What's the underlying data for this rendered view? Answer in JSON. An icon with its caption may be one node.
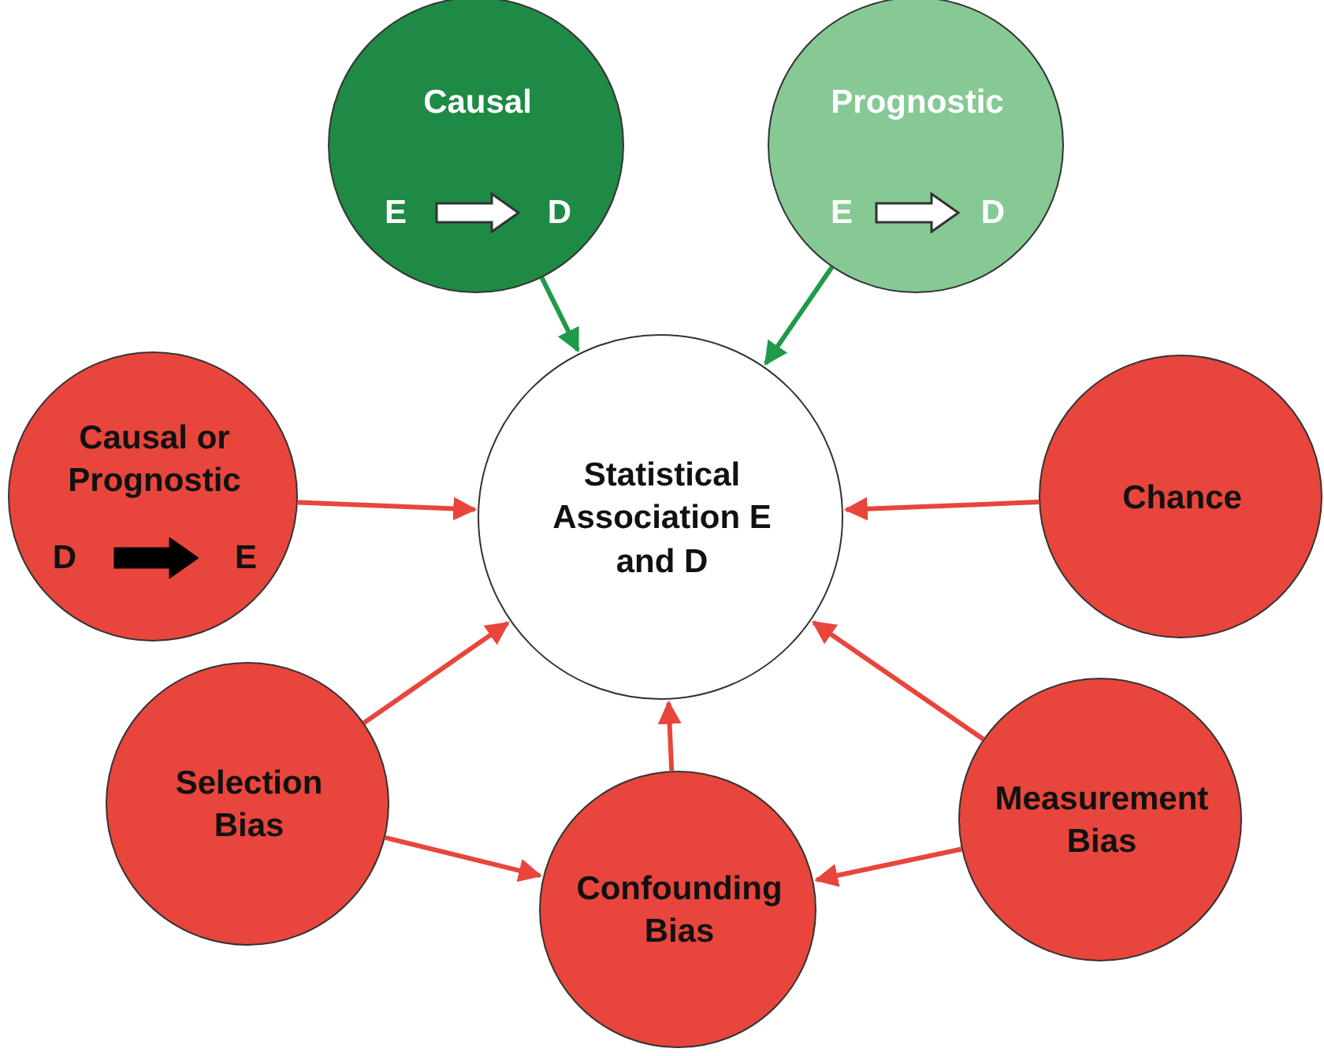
{
  "diagram": {
    "nodes": [
      {
        "text": [
          "Causal",
          "E",
          "D"
        ]
      },
      {
        "text": [
          "Prognostic",
          "E",
          "D"
        ]
      },
      {
        "text": [
          "Causal or Prognostic",
          "D",
          "E"
        ]
      },
      {
        "text": [
          "Statistical Association E and D"
        ]
      },
      {
        "text": [
          "Chance"
        ]
      },
      {
        "text": [
          "Selection Bias"
        ]
      },
      {
        "text": [
          "Measurement Bias"
        ]
      },
      {
        "text": [
          "Confounding Bias"
        ]
      }
    ],
    "edges": [
      {
        "from": 0,
        "to": 3,
        "arrow": "to",
        "color": "#1e9a4a"
      },
      {
        "from": 1,
        "to": 3,
        "arrow": "to",
        "color": "#1e9a4a"
      },
      {
        "from": 2,
        "to": 3,
        "arrow": "to"
      },
      {
        "from": 4,
        "to": 3,
        "arrow": "to"
      },
      {
        "from": 5,
        "to": 3,
        "arrow": "to"
      },
      {
        "from": 7,
        "to": 3,
        "arrow": "to"
      },
      {
        "from": 6,
        "to": 3,
        "arrow": "to"
      },
      {
        "from": 5,
        "to": 7,
        "arrow": "to"
      },
      {
        "from": 6,
        "to": 7,
        "arrow": "to"
      }
    ]
  }
}
